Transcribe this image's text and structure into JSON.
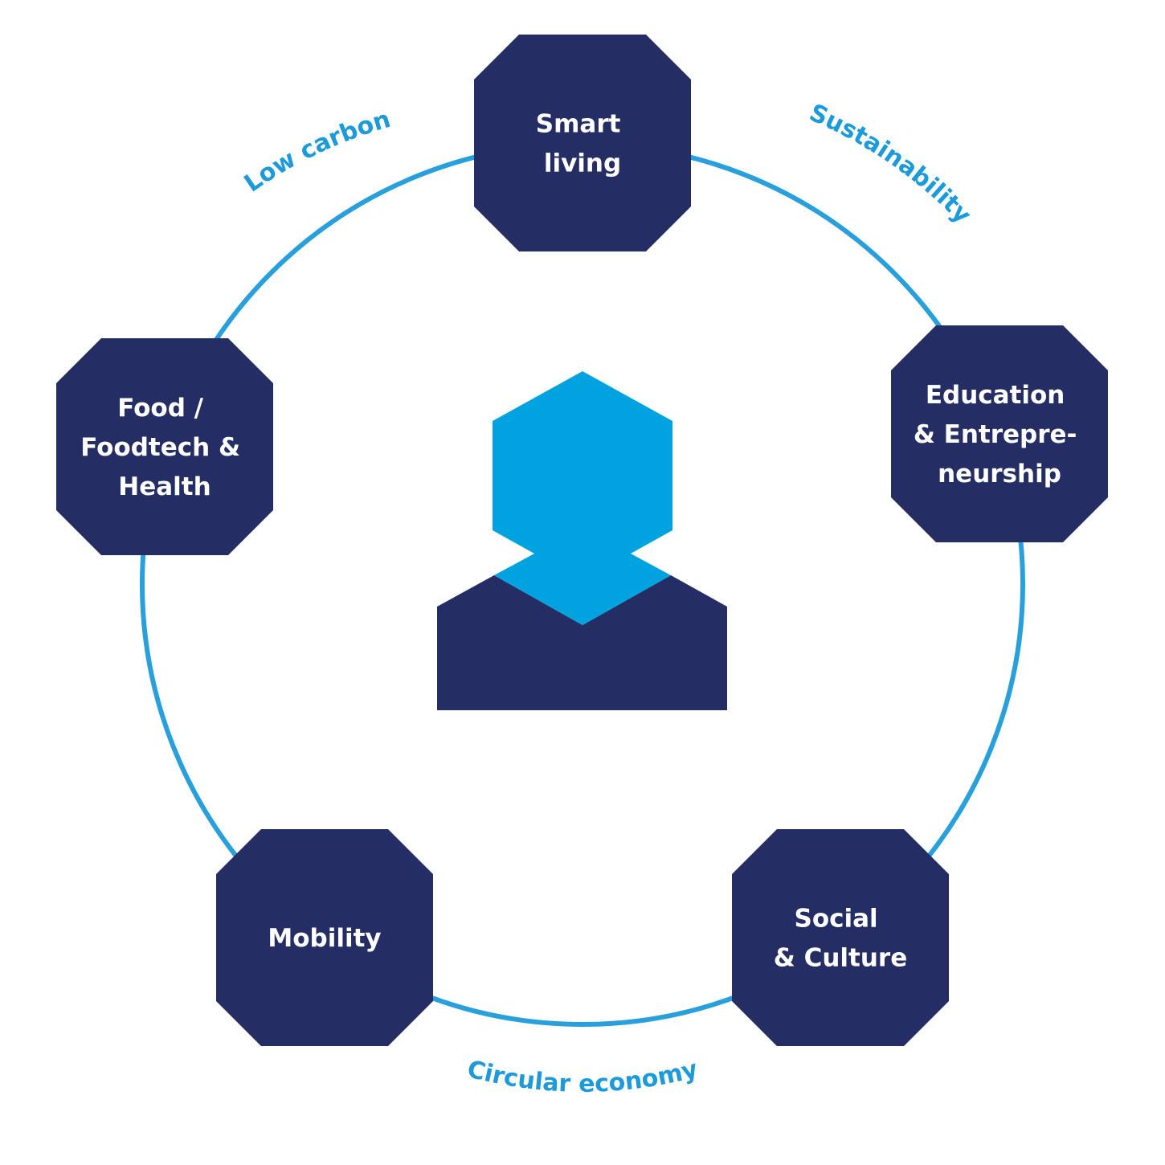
{
  "colors": {
    "ring": "#29a0dc",
    "node_fill": "#242d64",
    "node_text": "#ffffff",
    "person_head": "#00a3e0",
    "person_body": "#242d64",
    "arc_label": "#1d9ad9"
  },
  "center_icon": "person-icon",
  "nodes": [
    {
      "id": "smart-living",
      "lines": [
        "Smart",
        "living"
      ]
    },
    {
      "id": "education",
      "lines": [
        "Education",
        "& Entrepre-",
        "neurship"
      ]
    },
    {
      "id": "social-culture",
      "lines": [
        "Social",
        "& Culture"
      ]
    },
    {
      "id": "mobility",
      "lines": [
        "Mobility"
      ]
    },
    {
      "id": "food-health",
      "lines": [
        "Food /",
        "Foodtech &",
        "Health"
      ]
    }
  ],
  "arc_labels": {
    "low_carbon": "Low carbon",
    "sustainability": "Sustainability",
    "circular_economy": "Circular economy"
  }
}
